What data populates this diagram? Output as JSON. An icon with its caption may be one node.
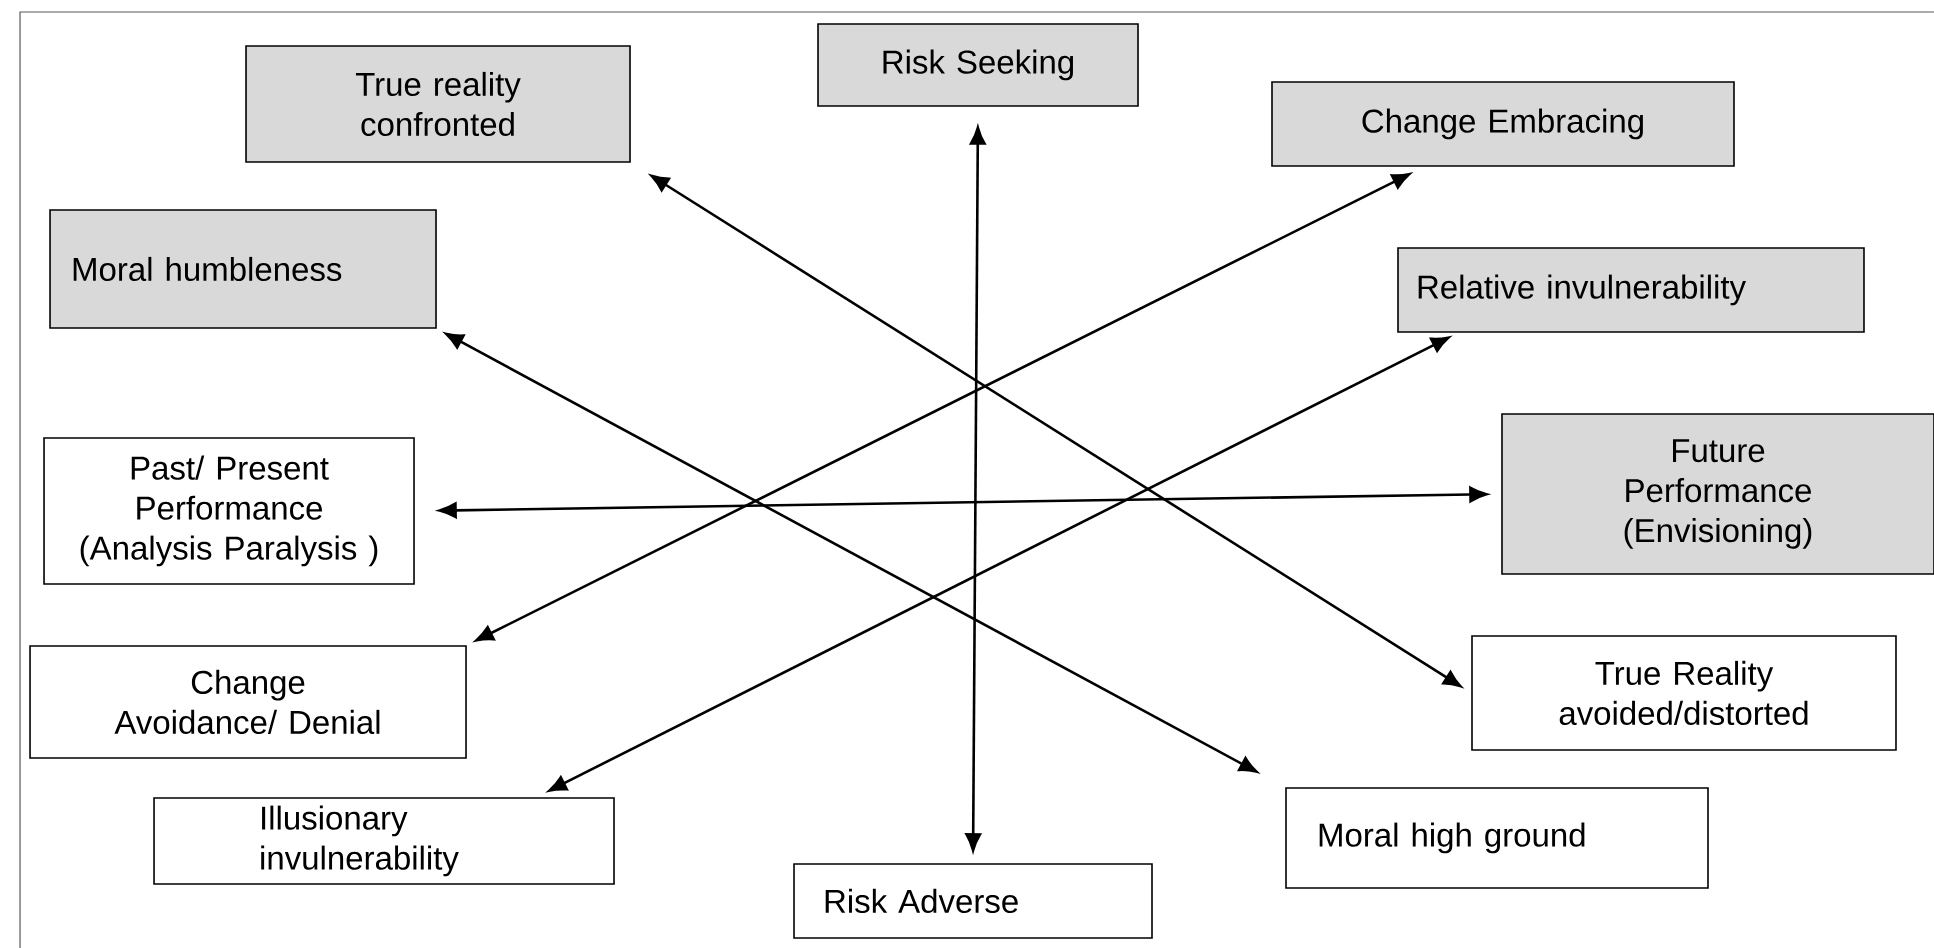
{
  "diagram": {
    "nodes": [
      {
        "text": [
          "True reality confronted"
        ]
      },
      {
        "text": [
          "Risk Seeking"
        ]
      },
      {
        "text": [
          "Change Embracing"
        ]
      },
      {
        "text": [
          "Moral humbleness"
        ]
      },
      {
        "text": [
          "Relative invulnerability"
        ]
      },
      {
        "text": [
          "Past/ Present Performance (Analysis Paralysis )"
        ]
      },
      {
        "text": [
          "Future Performance (Envisioning)"
        ]
      },
      {
        "text": [
          "Change Avoidance/ Denial"
        ]
      },
      {
        "text": [
          "True Reality avoided/distorted"
        ]
      },
      {
        "text": [
          "Illusionary invulnerability"
        ]
      },
      {
        "text": [
          "Moral high ground"
        ]
      },
      {
        "text": [
          "Risk Adverse"
        ]
      }
    ],
    "edges": [
      {
        "from": 1,
        "to": 11,
        "arrow": "both"
      },
      {
        "from": 0,
        "to": 8,
        "arrow": "both"
      },
      {
        "from": 3,
        "to": 10,
        "arrow": "both"
      },
      {
        "from": 2,
        "to": 7,
        "arrow": "both"
      },
      {
        "from": 4,
        "to": 9,
        "arrow": "both"
      },
      {
        "from": 5,
        "to": 6,
        "arrow": "both"
      }
    ]
  }
}
